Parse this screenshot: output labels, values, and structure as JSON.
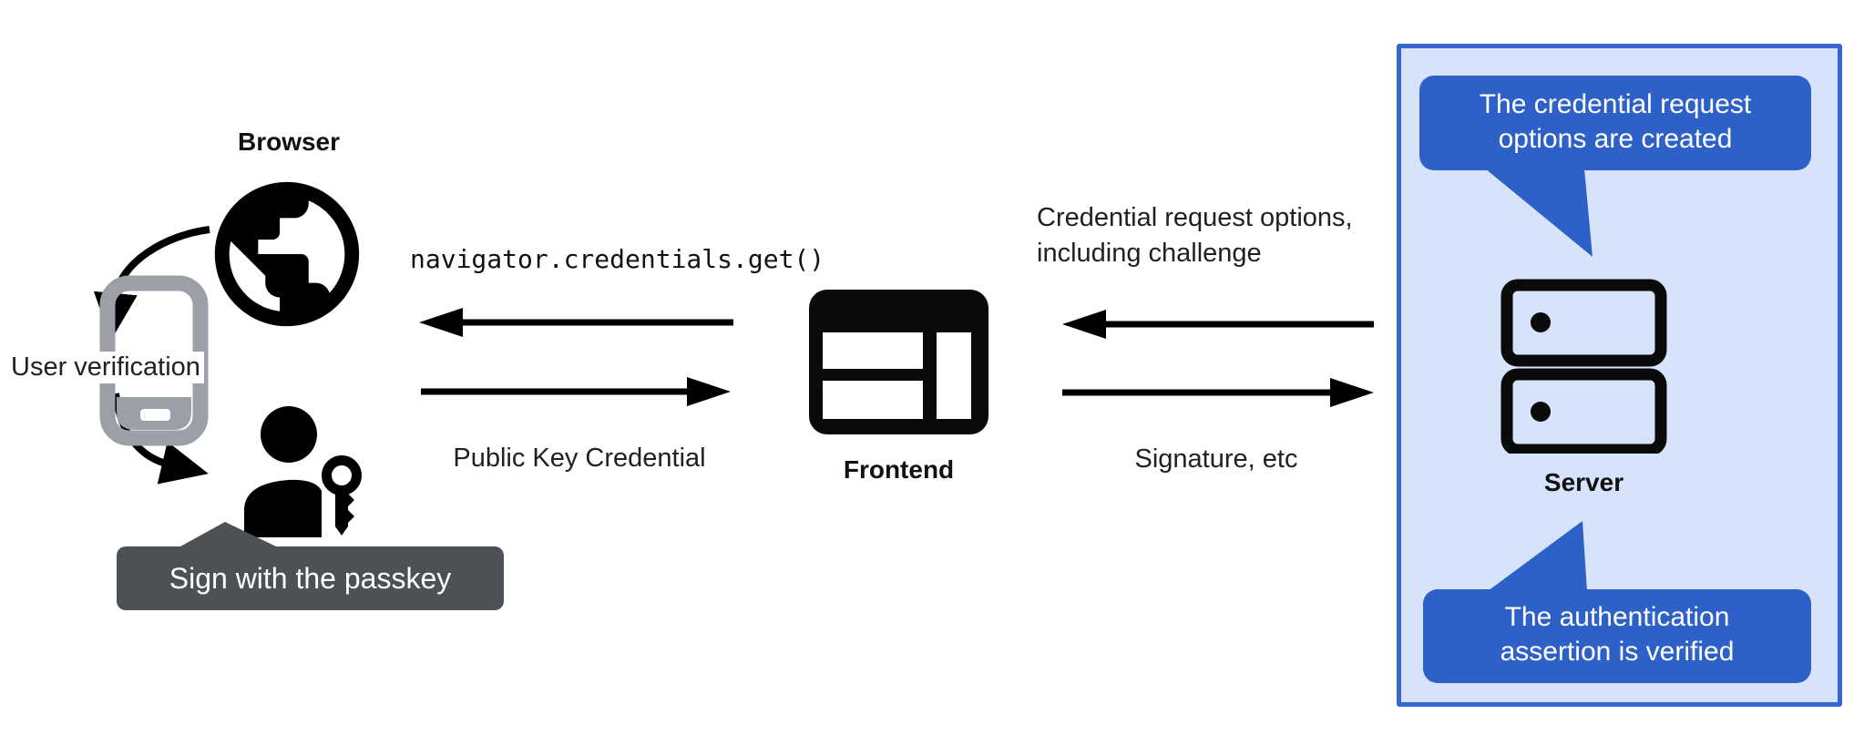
{
  "client": {
    "browser_label": "Browser",
    "user_verification_label": "User verification",
    "passkey_tooltip": "Sign with the passkey"
  },
  "frontend": {
    "label": "Frontend"
  },
  "server_panel": {
    "server_label": "Server",
    "bubble_top": {
      "line1": "The credential request",
      "line2": "options are created"
    },
    "bubble_bottom": {
      "line1": "The authentication",
      "line2": "assertion is verified"
    }
  },
  "messages": {
    "get_call": "navigator.credentials.get()",
    "public_key_credential": "Public Key Credential",
    "credential_request_options_line1": "Credential request options,",
    "credential_request_options_line2": "including challenge",
    "signature": "Signature, etc"
  },
  "colors": {
    "bubble_blue": "#2e61c7",
    "panel_fill": "#d7e3fb",
    "panel_border": "#3467d1",
    "tooltip_gray": "#4d5156",
    "phone_gray": "#9aa0a6",
    "ink": "#000000"
  }
}
